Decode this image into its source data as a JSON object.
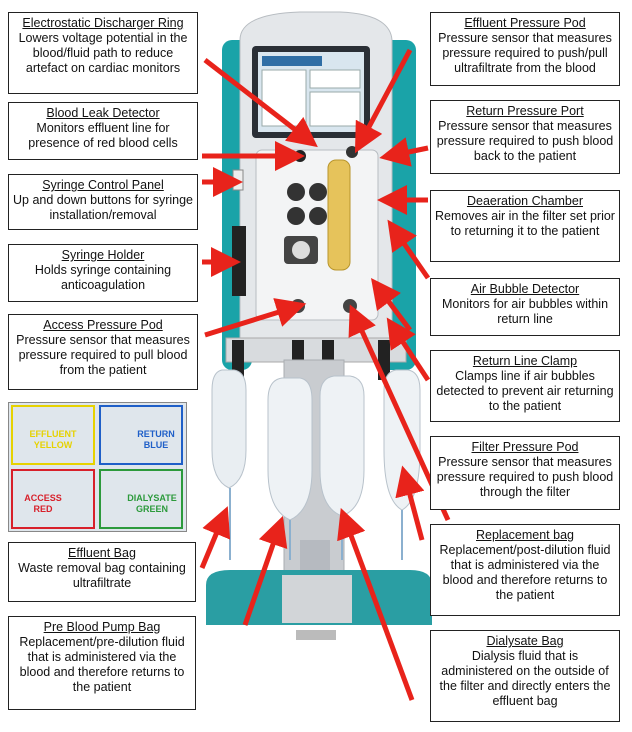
{
  "labels": {
    "electrostatic": {
      "title": "Electrostatic Discharger Ring",
      "description": "Lowers voltage potential in the blood/fluid path to reduce artefact on cardiac monitors"
    },
    "blood_leak": {
      "title": "Blood Leak Detector",
      "description": "Monitors effluent line for presence of red blood cells"
    },
    "syringe_control": {
      "title": "Syringe Control Panel",
      "description": "Up and down buttons for syringe installation/removal"
    },
    "syringe_holder": {
      "title": "Syringe Holder",
      "description": "Holds syringe containing anticoagulation"
    },
    "access_pressure": {
      "title": "Access Pressure Pod",
      "description": "Pressure sensor that measures pressure required to pull blood from the patient"
    },
    "effluent_bag": {
      "title": "Effluent Bag",
      "description": "Waste removal bag containing ultrafiltrate"
    },
    "pre_blood_pump": {
      "title": "Pre Blood Pump Bag",
      "description": "Replacement/pre-dilution fluid that is administered via the blood and therefore returns to the patient"
    },
    "effluent_pressure": {
      "title": "Effluent Pressure Pod",
      "description": "Pressure sensor that measures pressure required to push/pull ultrafiltrate from the blood"
    },
    "return_pressure": {
      "title": "Return Pressure Port",
      "description": "Pressure sensor that measures pressure required to push blood back to the patient"
    },
    "deaeration": {
      "title": "Deaeration Chamber",
      "description": "Removes air in the filter set prior to returning it to the patient"
    },
    "air_bubble": {
      "title": "Air Bubble Detector",
      "description": "Monitors for air bubbles within return line"
    },
    "return_clamp": {
      "title": "Return Line Clamp",
      "description": "Clamps line if air bubbles detected to prevent air returning to the patient"
    },
    "filter_pressure": {
      "title": "Filter Pressure Pod",
      "description": "Pressure sensor that measures pressure required to push blood through the filter"
    },
    "replacement_bag": {
      "title": "Replacement bag",
      "description": "Replacement/post-dilution fluid that is administered via the blood and therefore returns to the patient"
    },
    "dialysate_bag": {
      "title": "Dialysate Bag",
      "description": "Dialysis fluid that is administered on the outside of the filter and directly enters the effluent bag"
    }
  },
  "inset": {
    "effluent": "EFFLUENT YELLOW",
    "return": "RETURN BLUE",
    "access": "ACCESS RED",
    "dialysate": "DIALYSATE GREEN"
  },
  "colors": {
    "arrow": "#e8231b",
    "teal": "#1aa3a8",
    "effluent": "#e6d200",
    "return": "#1f5fc8",
    "access": "#d8202a",
    "dialysate": "#2c9a3c"
  }
}
